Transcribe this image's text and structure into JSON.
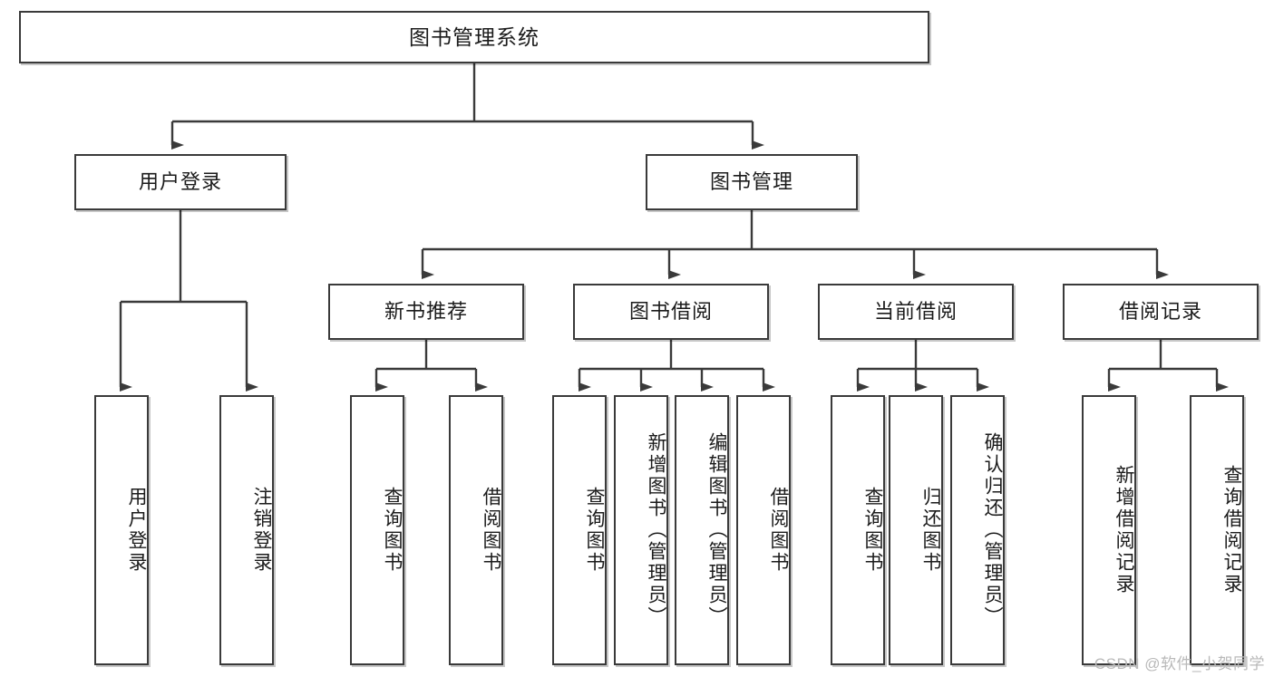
{
  "diagram": {
    "title": "图书管理系统",
    "type": "tree",
    "watermark": "CSDN @软件_小贺同学",
    "colors": {
      "box_border": "#3a3a3a",
      "box_fill": "#ffffff",
      "text": "#1b1b1b",
      "connector": "#3a3a3a",
      "watermark": "#b9b9b9",
      "background": "#ffffff"
    },
    "levels": {
      "root": "图书管理系统",
      "level2": [
        "用户登录",
        "图书管理"
      ],
      "level3": [
        "新书推荐",
        "图书借阅",
        "当前借阅",
        "借阅记录"
      ],
      "level4": [
        "用户登录",
        "注销登录",
        "查询图书",
        "借阅图书",
        "查询图书",
        "新增图书（管理员）",
        "编辑图书（管理员）",
        "借阅图书",
        "查询图书",
        "归还图书",
        "确认归还（管理员）",
        "新增借阅记录",
        "查询借阅记录"
      ]
    },
    "nodes": {
      "root": {
        "label": "图书管理系统"
      },
      "user_login": {
        "label": "用户登录"
      },
      "book_manage": {
        "label": "图书管理"
      },
      "new_book_rec": {
        "label": "新书推荐"
      },
      "book_borrow": {
        "label": "图书借阅"
      },
      "current_borrow": {
        "label": "当前借阅"
      },
      "borrow_record": {
        "label": "借阅记录"
      },
      "leaf_user_login": {
        "label": "用户登录"
      },
      "leaf_logout": {
        "label": "注销登录"
      },
      "leaf_query_book_a": {
        "label": "查询图书"
      },
      "leaf_borrow_book_a": {
        "label": "借阅图书"
      },
      "leaf_query_book_b": {
        "label": "查询图书"
      },
      "leaf_add_book_admin": {
        "label": "新增图书（管理员）"
      },
      "leaf_edit_book_admin": {
        "label": "编辑图书（管理员）"
      },
      "leaf_borrow_book_b": {
        "label": "借阅图书"
      },
      "leaf_query_book_c": {
        "label": "查询图书"
      },
      "leaf_return_book": {
        "label": "归还图书"
      },
      "leaf_confirm_return_admin": {
        "label": "确认归还（管理员）"
      },
      "leaf_add_record": {
        "label": "新增借阅记录"
      },
      "leaf_query_record": {
        "label": "查询借阅记录"
      }
    },
    "edges": [
      {
        "from": "root",
        "to": "user_login"
      },
      {
        "from": "root",
        "to": "book_manage"
      },
      {
        "from": "user_login",
        "to": "leaf_user_login"
      },
      {
        "from": "user_login",
        "to": "leaf_logout"
      },
      {
        "from": "book_manage",
        "to": "new_book_rec"
      },
      {
        "from": "book_manage",
        "to": "book_borrow"
      },
      {
        "from": "book_manage",
        "to": "current_borrow"
      },
      {
        "from": "book_manage",
        "to": "borrow_record"
      },
      {
        "from": "new_book_rec",
        "to": "leaf_query_book_a"
      },
      {
        "from": "new_book_rec",
        "to": "leaf_borrow_book_a"
      },
      {
        "from": "book_borrow",
        "to": "leaf_query_book_b"
      },
      {
        "from": "book_borrow",
        "to": "leaf_add_book_admin"
      },
      {
        "from": "book_borrow",
        "to": "leaf_edit_book_admin"
      },
      {
        "from": "book_borrow",
        "to": "leaf_borrow_book_b"
      },
      {
        "from": "current_borrow",
        "to": "leaf_query_book_c"
      },
      {
        "from": "current_borrow",
        "to": "leaf_return_book"
      },
      {
        "from": "current_borrow",
        "to": "leaf_confirm_return_admin"
      },
      {
        "from": "borrow_record",
        "to": "leaf_add_record"
      },
      {
        "from": "borrow_record",
        "to": "leaf_query_record"
      }
    ]
  }
}
